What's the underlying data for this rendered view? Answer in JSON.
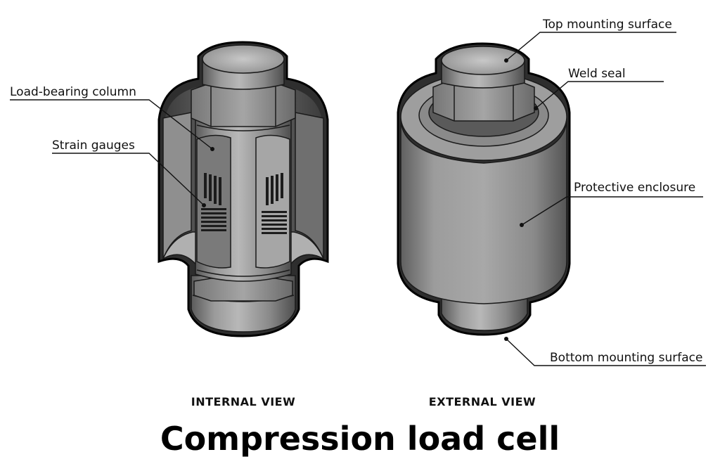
{
  "labels": {
    "load_bearing_column": "Load-bearing column",
    "strain_gauges": "Strain gauges",
    "top_mounting_surface": "Top mounting surface",
    "weld_seal": "Weld seal",
    "protective_enclosure": "Protective enclosure",
    "bottom_mounting_surface": "Bottom mounting surface"
  },
  "views": {
    "internal": "INTERNAL VIEW",
    "external": "EXTERNAL VIEW"
  },
  "title": "Compression load cell",
  "colors": {
    "metal_dark": "#5e5e5e",
    "metal_mid": "#8c8c8c",
    "metal_light": "#c4c4c4",
    "outline": "#000000",
    "gauge": "#1c1c1c"
  }
}
